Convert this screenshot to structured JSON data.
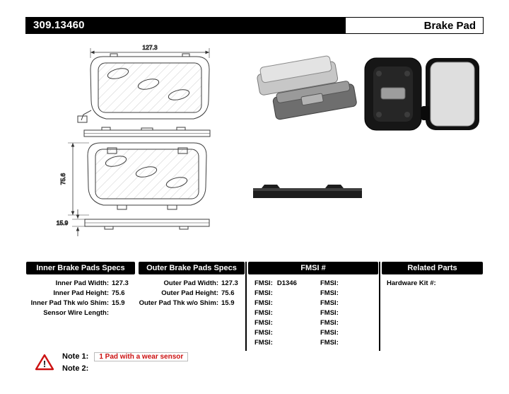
{
  "header": {
    "part_number": "309.13460",
    "product_title": "Brake Pad"
  },
  "diagram": {
    "width_label": "127.3",
    "height_label": "75.6",
    "thickness_label": "15.9"
  },
  "specs": {
    "inner": {
      "title": "Inner Brake Pads Specs",
      "rows": [
        {
          "label": "Inner Pad Width:",
          "value": "127.3"
        },
        {
          "label": "Inner Pad Height:",
          "value": "75.6"
        },
        {
          "label": "Inner Pad Thk w/o Shim:",
          "value": "15.9"
        },
        {
          "label": "Sensor Wire Length:",
          "value": ""
        }
      ]
    },
    "outer": {
      "title": "Outer Brake Pads Specs",
      "rows": [
        {
          "label": "Outer Pad Width:",
          "value": "127.3"
        },
        {
          "label": "Outer Pad Height:",
          "value": "75.6"
        },
        {
          "label": "Outer Pad Thk w/o Shim:",
          "value": "15.9"
        }
      ]
    },
    "fmsi": {
      "title": "FMSI #",
      "left": [
        {
          "label": "FMSI:",
          "value": "D1346"
        },
        {
          "label": "FMSI:",
          "value": ""
        },
        {
          "label": "FMSI:",
          "value": ""
        },
        {
          "label": "FMSI:",
          "value": ""
        },
        {
          "label": "FMSI:",
          "value": ""
        },
        {
          "label": "FMSI:",
          "value": ""
        },
        {
          "label": "FMSI:",
          "value": ""
        }
      ],
      "right": [
        {
          "label": "FMSI:",
          "value": ""
        },
        {
          "label": "FMSI:",
          "value": ""
        },
        {
          "label": "FMSI:",
          "value": ""
        },
        {
          "label": "FMSI:",
          "value": ""
        },
        {
          "label": "FMSI:",
          "value": ""
        },
        {
          "label": "FMSI:",
          "value": ""
        },
        {
          "label": "FMSI:",
          "value": ""
        }
      ]
    },
    "related": {
      "title": "Related Parts",
      "rows": [
        {
          "label": "Hardware Kit #:",
          "value": ""
        }
      ]
    }
  },
  "notes": {
    "note1_label": "Note 1:",
    "note1_text": "1 Pad with a wear sensor",
    "note2_label": "Note 2:",
    "note2_text": ""
  }
}
